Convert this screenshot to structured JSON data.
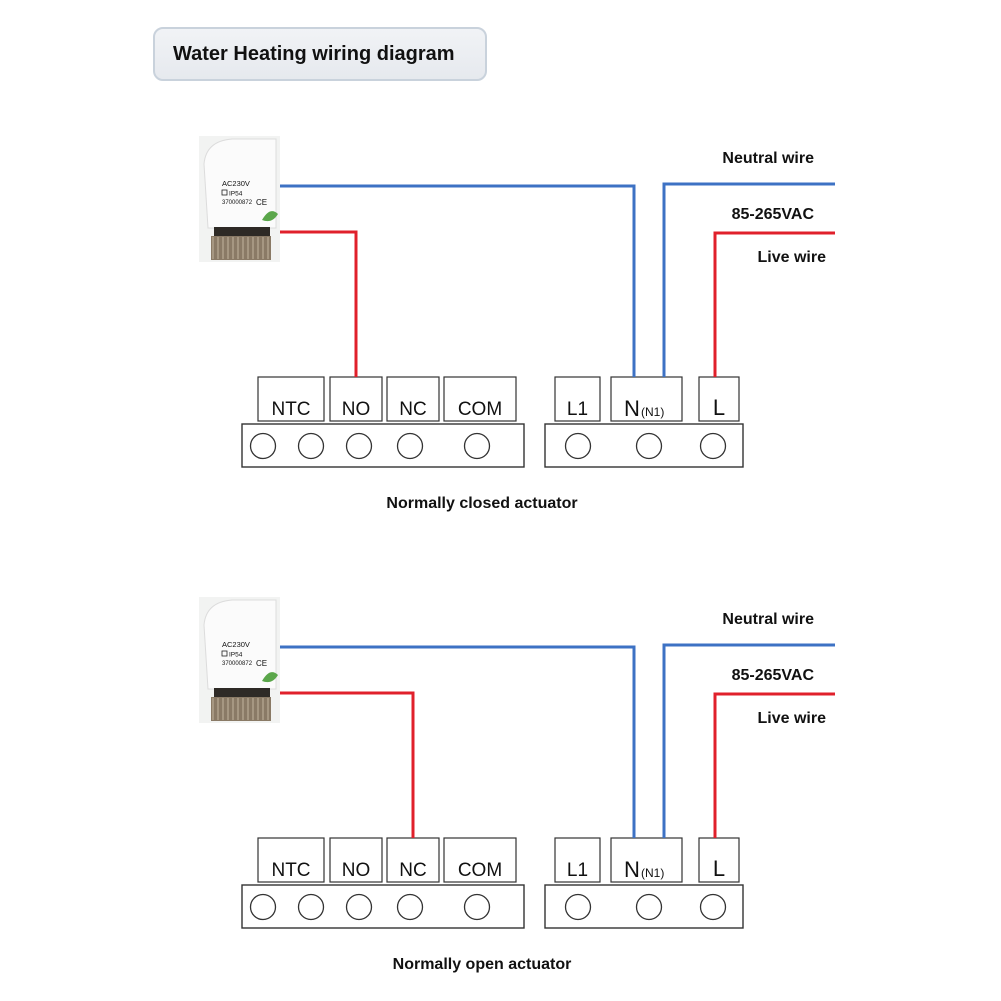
{
  "title": "Water Heating wiring diagram",
  "colors": {
    "neutral_wire": "#3d72c4",
    "live_wire": "#e0202b",
    "terminal_border": "#333333",
    "actuator_body": "#f4f4f4",
    "actuator_ring": "#8a7a66"
  },
  "actuator_label": {
    "voltage": "AC230V",
    "rating": "IP54",
    "serial": "370000872",
    "mark": "CE"
  },
  "diagrams": [
    {
      "caption": "Normally closed actuator",
      "neutral_label": "Neutral wire",
      "voltage_label": "85-265VAC",
      "live_label": "Live wire",
      "actuator_terminals": [
        "NTC",
        "NO",
        "NC",
        "COM"
      ],
      "power_terminals": [
        "L1",
        "N",
        "L"
      ],
      "power_terminal_sub": "(N1)",
      "live_connects_to": "NO"
    },
    {
      "caption": "Normally open actuator",
      "neutral_label": "Neutral wire",
      "voltage_label": "85-265VAC",
      "live_label": "Live wire",
      "actuator_terminals": [
        "NTC",
        "NO",
        "NC",
        "COM"
      ],
      "power_terminals": [
        "L1",
        "N",
        "L"
      ],
      "power_terminal_sub": "(N1)",
      "live_connects_to": "NC"
    }
  ]
}
